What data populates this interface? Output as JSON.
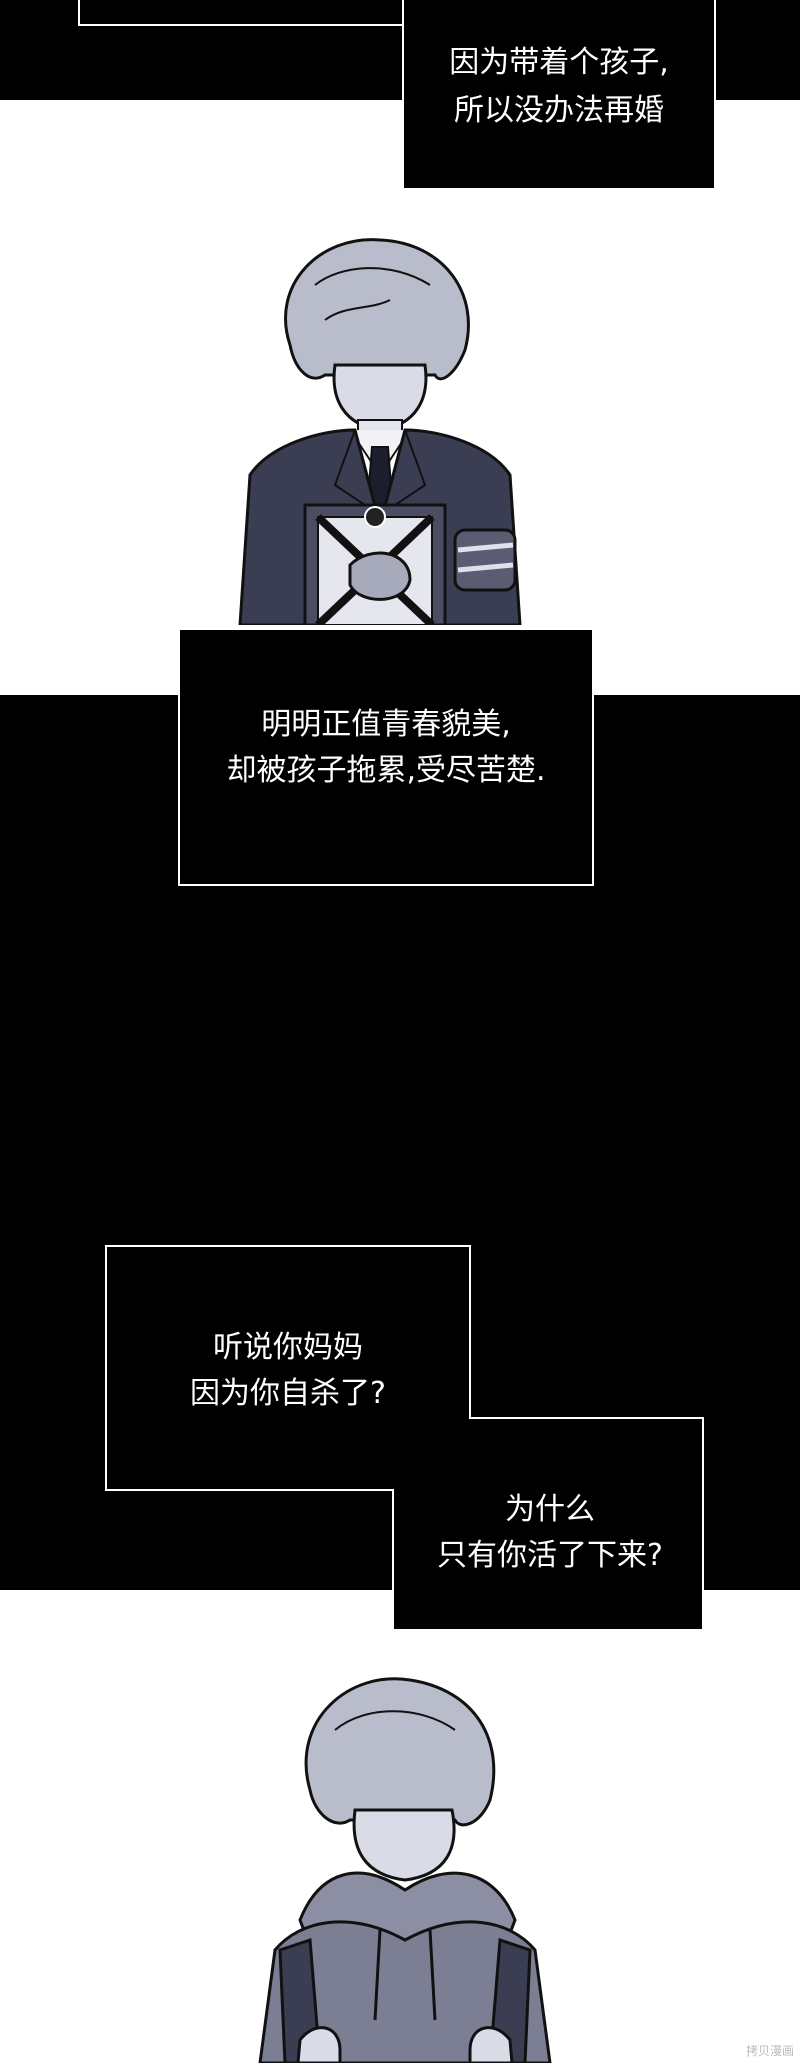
{
  "captions": {
    "first": [
      "因为带着个孩子,",
      "所以没办法再婚"
    ],
    "second": [
      "明明正值青春貌美,",
      "却被孩子拖累,受尽苦楚."
    ],
    "third": [
      "听说你妈妈",
      "因为你自杀了?"
    ],
    "fourth": [
      "为什么",
      "只有你活了下来?"
    ]
  },
  "watermark": "拷贝漫画"
}
